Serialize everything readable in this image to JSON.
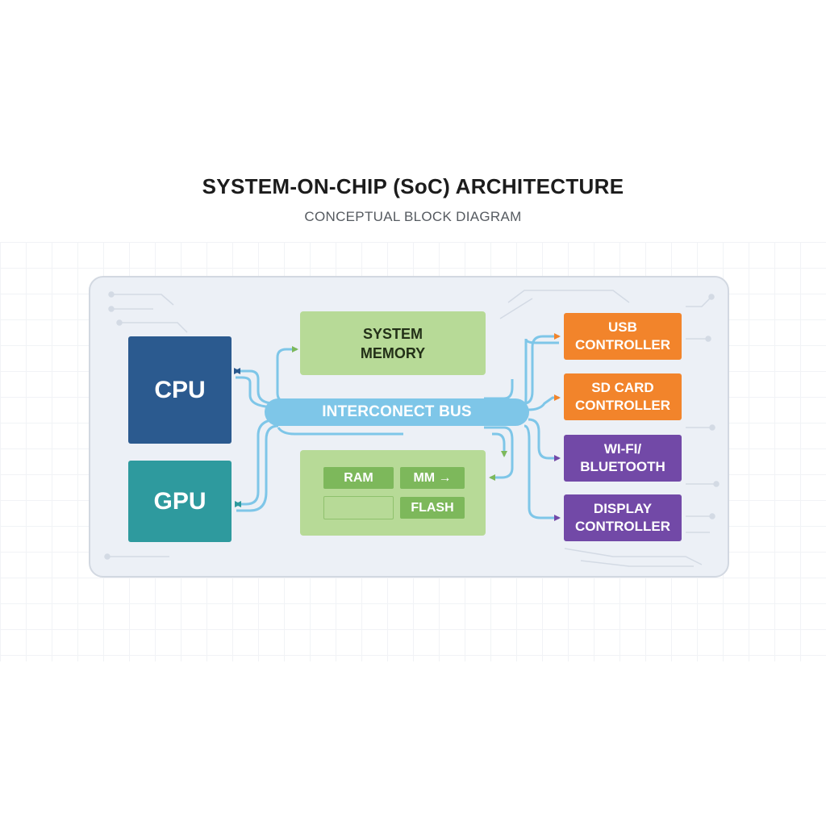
{
  "title": "SYSTEM-ON-CHIP (SoC) ARCHITECTURE",
  "subtitle": "CONCEPTUAL BLOCK DIAGRAM",
  "blocks": {
    "cpu": "CPU",
    "gpu": "GPU",
    "system_memory": [
      "SYSTEM",
      "MEMORY"
    ],
    "interconnect": "INTERCONECT BUS"
  },
  "memory_chips": {
    "ram": "RAM",
    "mm": "MM →",
    "flash": "FLASH"
  },
  "peripherals": {
    "usb": [
      "USB",
      "CONTROLLER"
    ],
    "sd": [
      "SD CARD",
      "CONTROLLER"
    ],
    "wifi": [
      "WI-FI/",
      "BLUETOOTH"
    ],
    "display": [
      "DISPLAY",
      "CONTROLLER"
    ]
  },
  "colors": {
    "cpu": "#2b5a8f",
    "gpu": "#2e9a9e",
    "memory": "#b7da97",
    "bus": "#7ec6e8",
    "usb_sd": "#f2842b",
    "wireless_display": "#7249a7",
    "wire": "#7ec6e8",
    "arrow_green": "#7db85b"
  }
}
